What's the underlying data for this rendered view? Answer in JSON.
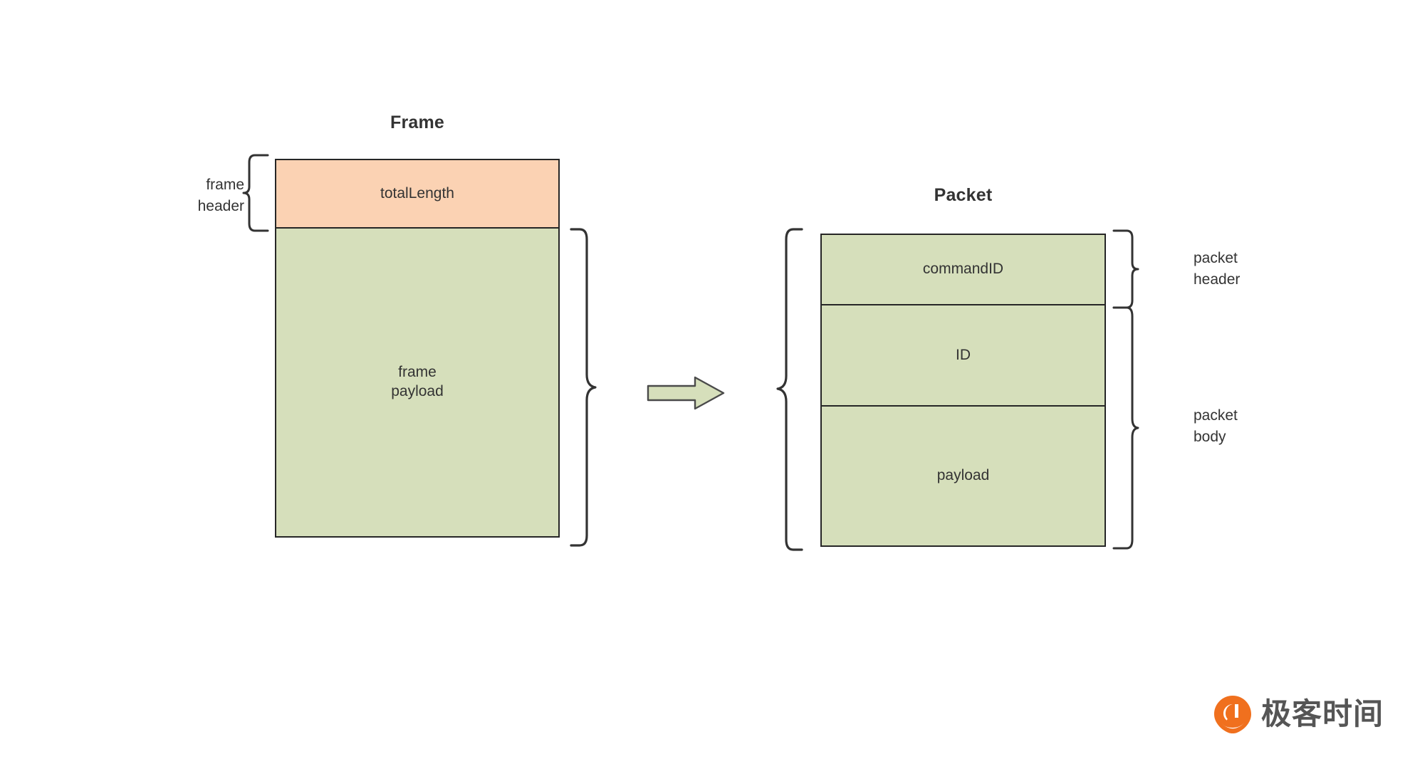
{
  "diagram": {
    "frame": {
      "title": "Frame",
      "header_label_line1": "frame",
      "header_label_line2": "header",
      "cells": [
        {
          "label": "totalLength",
          "fill": "#FBD2B3"
        },
        {
          "label_line1": "frame",
          "label_line2": "payload",
          "fill": "#D6DFBB"
        }
      ]
    },
    "packet": {
      "title": "Packet",
      "cells": [
        {
          "label": "commandID",
          "fill": "#D6DFBB"
        },
        {
          "label": "ID",
          "fill": "#D6DFBB"
        },
        {
          "label": "payload",
          "fill": "#D6DFBB"
        }
      ],
      "header_label_line1": "packet",
      "header_label_line2": "header",
      "body_label_line1": "packet",
      "body_label_line2": "body"
    },
    "arrow": {
      "name": "right-arrow",
      "fill": "#D6DFBB",
      "stroke": "#4a4a4a"
    },
    "colors": {
      "orange_fill": "#FBD2B3",
      "green_fill": "#D6DFBB",
      "stroke": "#262626",
      "text": "#333333",
      "logo_orange": "#F0701E",
      "logo_text": "#555555",
      "background": "#FFFFFF"
    }
  },
  "logo": {
    "text": "极客时间",
    "mark": "geektime-circle-icon"
  }
}
